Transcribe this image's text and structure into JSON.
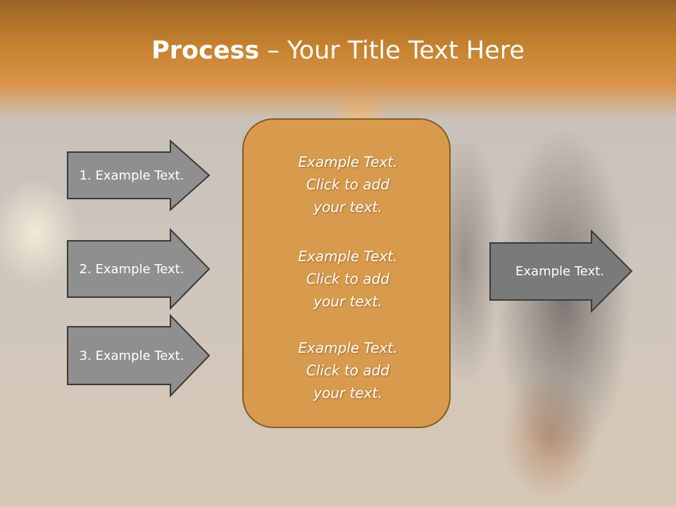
{
  "title": {
    "bold": "Process",
    "rest": " – Your Title Text Here"
  },
  "inputs": [
    {
      "label": "1. Example Text."
    },
    {
      "label": "2. Example Text."
    },
    {
      "label": "3. Example Text."
    }
  ],
  "center": {
    "blocks": [
      {
        "line1": "Example Text.",
        "line2": "Click  to add",
        "line3": "your text."
      },
      {
        "line1": "Example Text.",
        "line2": "Click  to add",
        "line3": "your text."
      },
      {
        "line1": "Example Text.",
        "line2": "Click  to add",
        "line3": "your text."
      }
    ]
  },
  "output": {
    "label": "Example Text."
  },
  "colors": {
    "arrow_fill": "#8f8f8f",
    "output_fill": "#7a7a7a",
    "box_fill": "#d89a4c",
    "box_border": "#8b5a24",
    "title_band": "#c7832f"
  }
}
